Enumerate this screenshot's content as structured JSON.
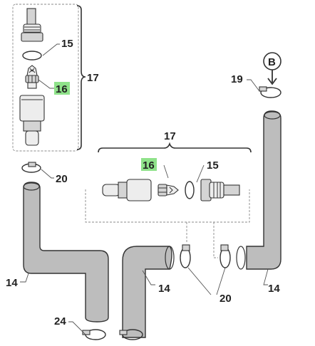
{
  "callouts": {
    "c15a": "15",
    "c16a": "16",
    "c17a": "17",
    "c19": "19",
    "c20a": "20",
    "c14a": "14",
    "c24": "24",
    "c17b": "17",
    "c16b": "16",
    "c15b": "15",
    "c14b": "14",
    "c20b": "20",
    "c14c": "14",
    "cB": "B"
  },
  "colors": {
    "highlight": "#8fe28a",
    "hose": "#bdbdbd",
    "line": "#333333"
  }
}
